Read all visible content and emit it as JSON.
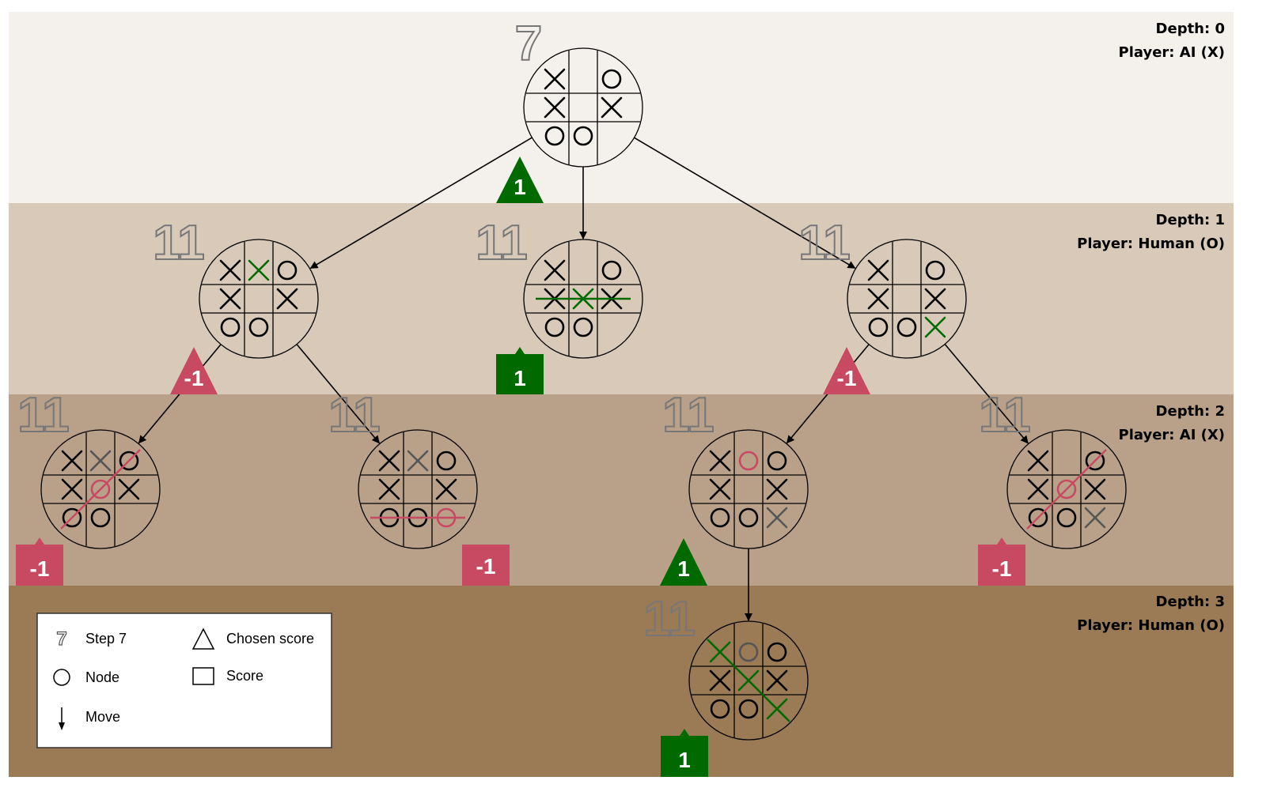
{
  "depths": [
    {
      "depth_label": "Depth: 0",
      "player_label": "Player: AI (X)",
      "color": "#f4f1ed"
    },
    {
      "depth_label": "Depth: 1",
      "player_label": "Player: Human (O)",
      "color": "#d8c9b9"
    },
    {
      "depth_label": "Depth: 2",
      "player_label": "Player: AI (X)",
      "color": "#b9a189"
    },
    {
      "depth_label": "Depth: 3",
      "player_label": "Player: Human (O)",
      "color": "#9b7a56"
    }
  ],
  "colors": {
    "win_green": "#006a00",
    "loss_red": "#c84a62",
    "edge": "#000000",
    "gray_mark": "#555555"
  },
  "nodes": [
    {
      "id": "root",
      "step": "7",
      "board": [
        "X",
        "",
        "O",
        "X",
        "",
        "X",
        "O",
        "O",
        ""
      ],
      "highlight": [],
      "line": null
    },
    {
      "id": "d1-left",
      "step": "11",
      "board": [
        "X",
        "X",
        "O",
        "X",
        "",
        "X",
        "O",
        "O",
        ""
      ],
      "highlight": [
        1
      ],
      "line": null
    },
    {
      "id": "d1-mid",
      "step": "11",
      "board": [
        "X",
        "",
        "O",
        "X",
        "X",
        "X",
        "O",
        "O",
        ""
      ],
      "highlight": [
        4
      ],
      "line": "row1",
      "line_color": "green"
    },
    {
      "id": "d1-right",
      "step": "11",
      "board": [
        "X",
        "",
        "O",
        "X",
        "",
        "X",
        "O",
        "O",
        "X"
      ],
      "highlight": [
        8
      ],
      "line": null
    },
    {
      "id": "d2-a",
      "step": "11",
      "board": [
        "X",
        "X",
        "O",
        "X",
        "O",
        "X",
        "O",
        "O",
        ""
      ],
      "highlight": [
        4
      ],
      "line": "anti",
      "line_color": "red"
    },
    {
      "id": "d2-b",
      "step": "11",
      "board": [
        "X",
        "X",
        "O",
        "X",
        "",
        "X",
        "O",
        "O",
        "O"
      ],
      "highlight": [
        8
      ],
      "line": "row2",
      "line_color": "red"
    },
    {
      "id": "d2-c",
      "step": "11",
      "board": [
        "X",
        "O",
        "O",
        "X",
        "",
        "X",
        "O",
        "O",
        "X"
      ],
      "highlight": [
        1
      ],
      "line": null
    },
    {
      "id": "d2-d",
      "step": "11",
      "board": [
        "X",
        "",
        "O",
        "X",
        "O",
        "X",
        "O",
        "O",
        "X"
      ],
      "highlight": [
        4
      ],
      "line": "anti",
      "line_color": "red"
    },
    {
      "id": "d3",
      "step": "11",
      "board": [
        "X",
        "O",
        "O",
        "X",
        "X",
        "X",
        "O",
        "O",
        "X"
      ],
      "highlight": [
        4
      ],
      "line": "diag",
      "line_color": "green"
    }
  ],
  "edges": [
    [
      "root",
      "d1-left"
    ],
    [
      "root",
      "d1-mid"
    ],
    [
      "root",
      "d1-right"
    ],
    [
      "d1-left",
      "d2-a"
    ],
    [
      "d1-left",
      "d2-b"
    ],
    [
      "d1-right",
      "d2-c"
    ],
    [
      "d1-right",
      "d2-d"
    ],
    [
      "d2-c",
      "d3"
    ]
  ],
  "scores": [
    {
      "kind": "triangle",
      "value": "1",
      "color": "green"
    },
    {
      "kind": "triangle",
      "value": "-1",
      "color": "red"
    },
    {
      "kind": "square",
      "value": "1",
      "color": "green"
    },
    {
      "kind": "triangle",
      "value": "-1",
      "color": "red"
    },
    {
      "kind": "square",
      "value": "-1",
      "color": "red"
    },
    {
      "kind": "square",
      "value": "-1",
      "color": "red"
    },
    {
      "kind": "triangle",
      "value": "1",
      "color": "green"
    },
    {
      "kind": "square",
      "value": "-1",
      "color": "red"
    },
    {
      "kind": "square",
      "value": "1",
      "color": "green"
    }
  ],
  "legend": {
    "step_symbol": "7",
    "step_label": "Step 7",
    "node_label": "Node",
    "move_label": "Move",
    "chosen_label": "Chosen score",
    "score_label": "Score"
  }
}
